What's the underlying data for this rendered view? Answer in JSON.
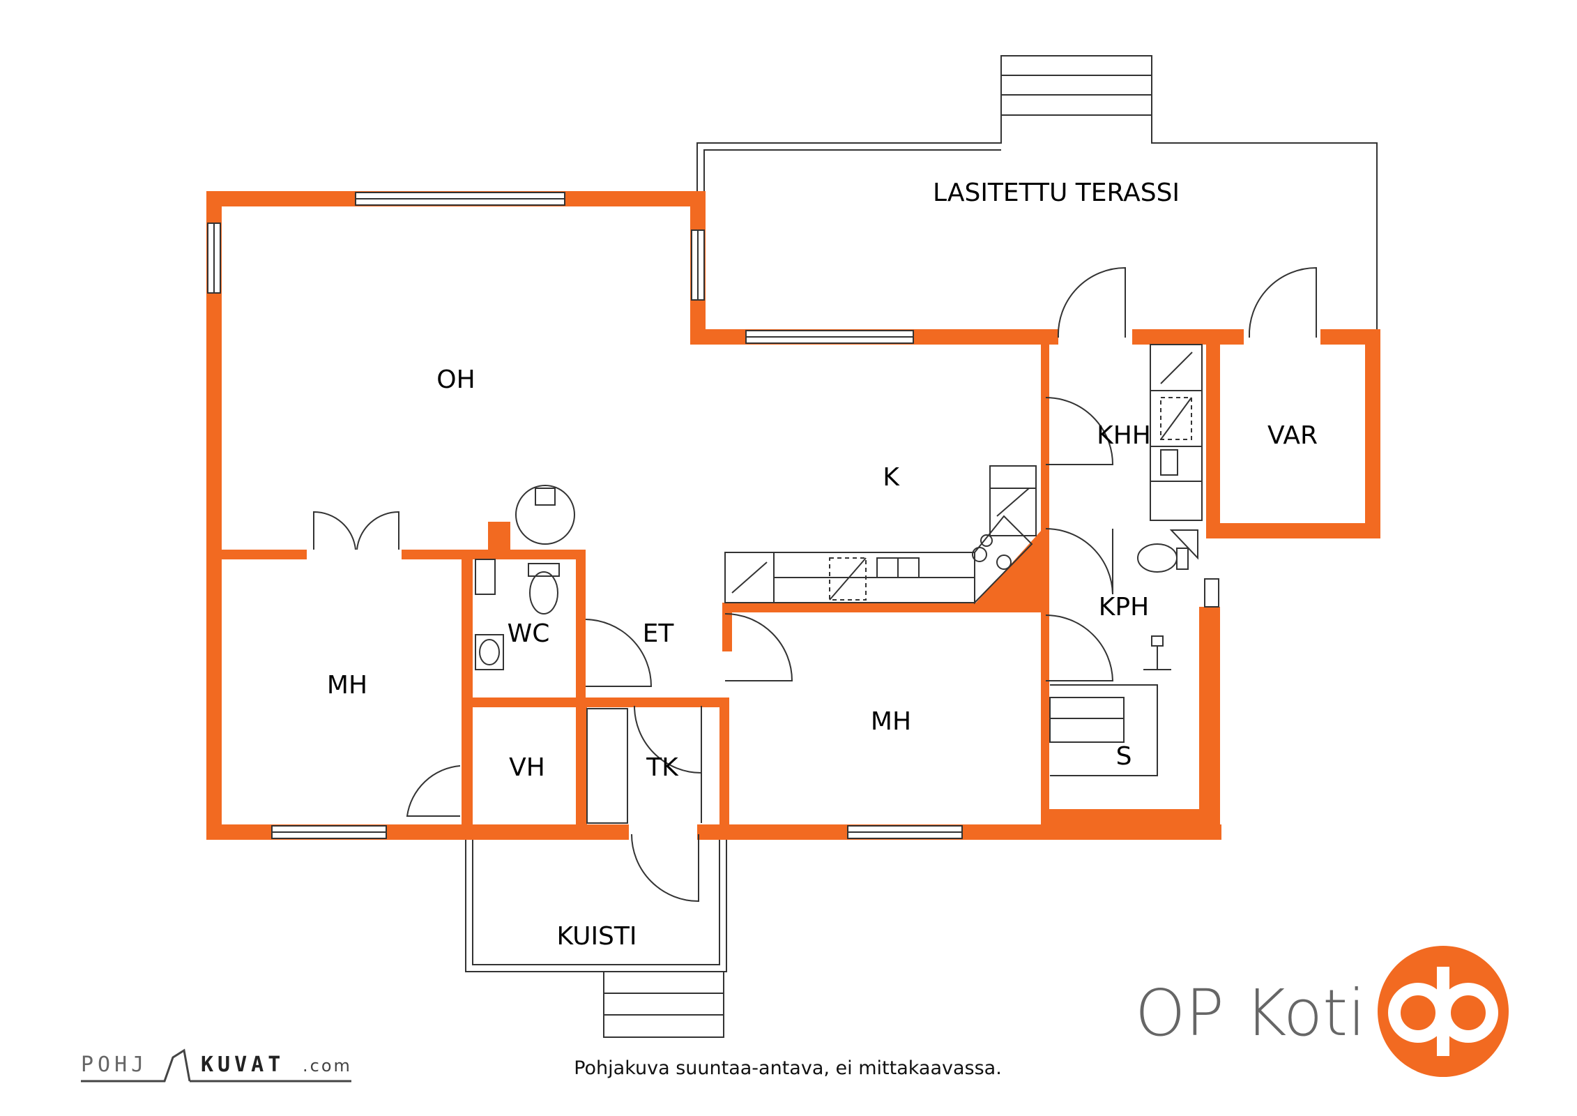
{
  "rooms": {
    "lasitettu_terassi": "LASITETTU TERASSI",
    "oh": "OH",
    "k": "K",
    "khh": "KHH",
    "var": "VAR",
    "wc": "WC",
    "et": "ET",
    "mh_left": "MH",
    "mh_right": "MH",
    "kph": "KPH",
    "vh": "VH",
    "tk": "TK",
    "s": "S",
    "kuisti": "KUISTI"
  },
  "footer": {
    "note": "Pohjakuva suuntaa-antava, ei mittakaavassa.",
    "pohjakuvat_left": "POHJ",
    "pohjakuvat_right": "KUVAT",
    "pohjakuvat_domain": ".com"
  },
  "brand": {
    "name": "OP Koti",
    "logo_icon": "op-logo-icon"
  },
  "colors": {
    "wall": "#f26a21",
    "line": "#333333",
    "brand_text": "#666666",
    "logo": "#f26a21"
  }
}
